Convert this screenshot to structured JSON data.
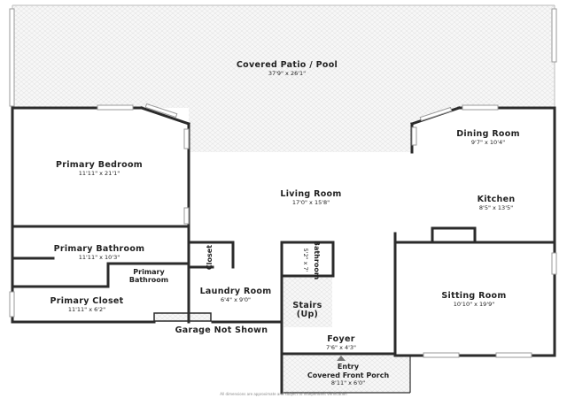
{
  "rooms": {
    "covered_patio": {
      "name": "Covered Patio / Pool",
      "dims": "37'9\" x 26'1\""
    },
    "primary_bedroom": {
      "name": "Primary Bedroom",
      "dims": "11'11\" x 21'1\""
    },
    "living_room": {
      "name": "Living Room",
      "dims": "17'0\" x 15'8\""
    },
    "dining_room": {
      "name": "Dining Room",
      "dims": "9'7\" x 10'4\""
    },
    "kitchen": {
      "name": "Kitchen",
      "dims": "8'5\" x 13'5\""
    },
    "primary_bathroom": {
      "name": "Primary Bathroom",
      "dims": "11'11\" x 10'3\""
    },
    "primary_bathroom_small": {
      "name_line1": "Primary",
      "name_line2": "Bathroom"
    },
    "closet": {
      "name": "Closet"
    },
    "bathroom": {
      "name": "Bathroom",
      "dims": "5'2\" x 7'"
    },
    "laundry_room": {
      "name": "Laundry Room",
      "dims": "6'4\" x 9'0\""
    },
    "sitting_room": {
      "name": "Sitting Room",
      "dims": "10'10\" x 19'9\""
    },
    "primary_closet": {
      "name": "Primary Closet",
      "dims": "11'11\" x 6'2\""
    },
    "stairs": {
      "name_line1": "Stairs",
      "name_line2": "(Up)"
    },
    "foyer": {
      "name": "Foyer",
      "dims": "7'6\" x 4'3\""
    },
    "entry": {
      "name": "Entry"
    },
    "front_porch": {
      "name": "Covered Front Porch",
      "dims": "8'11\" x 6'0\""
    }
  },
  "garage_note": "Garage Not Shown",
  "footer_note": "All dimensions are approximate and subject to independent verification",
  "icons": {
    "entry_marker": "triangle-up-icon"
  }
}
